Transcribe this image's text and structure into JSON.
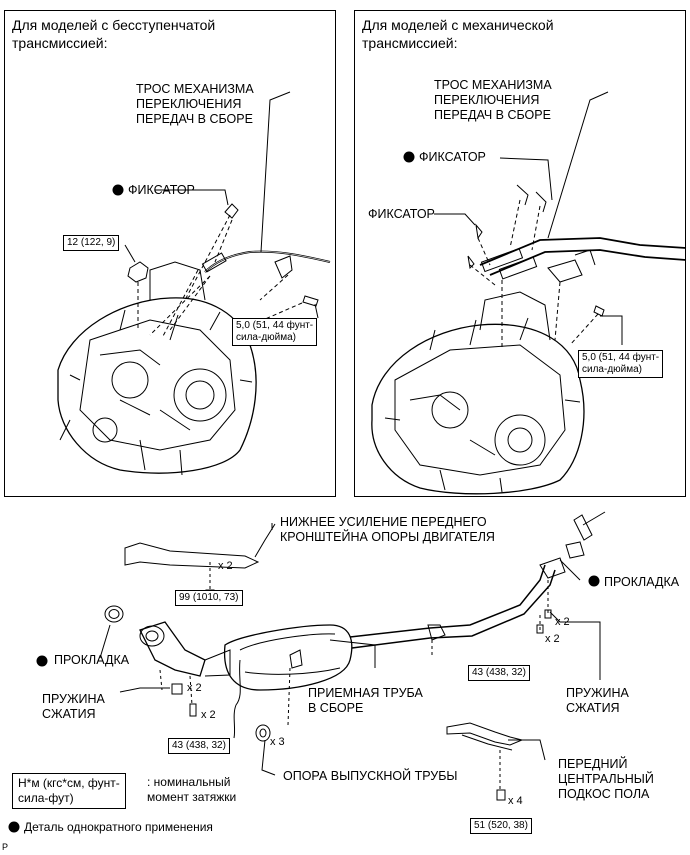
{
  "panels": {
    "cvt_title": "Для моделей с бесступенчатой\nтрансмиссией:",
    "mt_title": "Для моделей с механической\nтрансмиссией:"
  },
  "cvt": {
    "cable_label": "ТРОС МЕХАНИЗМА\nПЕРЕКЛЮЧЕНИЯ\nПЕРЕДАЧ В СБОРЕ",
    "retainer_label": "ФИКСАТОР",
    "torque_nut": "12 (122, 9)",
    "torque_bolt": "5,0 (51, 44 фунт-\nсила-дюйма)"
  },
  "mt": {
    "cable_label": "ТРОС МЕХАНИЗМА\nПЕРЕКЛЮЧЕНИЯ\nПЕРЕДАЧ В СБОРЕ",
    "retainer_label_1": "ФИКСАТОР",
    "retainer_label_2": "ФИКСАТОР",
    "torque_bolt": "5,0 (51, 44 фунт-\nсила-дюйма)"
  },
  "exhaust": {
    "brace_label": "НИЖНЕЕ УСИЛЕНИЕ ПЕРЕДНЕГО\nКРОНШТЕЙНА ОПОРЫ ДВИГАТЕЛЯ",
    "brace_qty": "x 2",
    "brace_torque": "99 (1010, 73)",
    "gasket_right": "ПРОКЛАДКА",
    "gasket_left": "ПРОКЛАДКА",
    "right_qty_1": "x 2",
    "right_qty_2": "x 2",
    "right_torque": "43 (438, 32)",
    "spring_right": "ПРУЖИНА\nСЖАТИЯ",
    "spring_left": "ПРУЖИНА\nСЖАТИЯ",
    "left_qty_1": "x 2",
    "left_qty_2": "x 2",
    "left_torque": "43 (438, 32)",
    "pipe_label": "ПРИЕМНАЯ ТРУБА\nВ СБОРЕ",
    "support_qty": "x 3",
    "support_label": "ОПОРА ВЫПУСКНОЙ ТРУБЫ",
    "floor_brace_label": "ПЕРЕДНИЙ\nЦЕНТРАЛЬНЫЙ\nПОДКОС ПОЛА",
    "floor_qty": "x 4",
    "floor_torque": "51 (520, 38)"
  },
  "legend": {
    "unit_box": "Н*м (кгс*см, фунт-\nсила-фут)",
    "unit_desc": ": номинальный\nмомент затяжки",
    "single_use": "Деталь однократного применения"
  },
  "corner_mark": "P"
}
